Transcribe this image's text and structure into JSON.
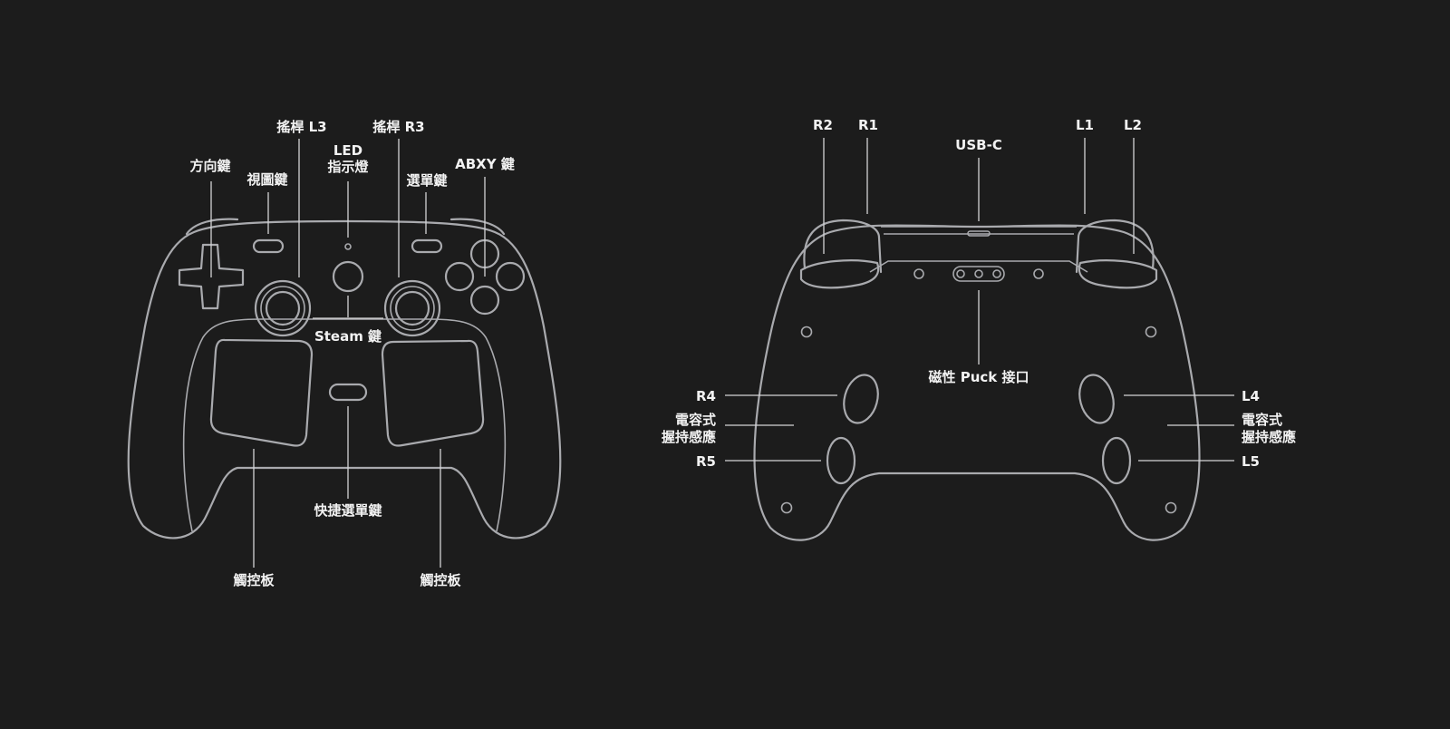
{
  "front_labels": {
    "dpad": "方向鍵",
    "view": "視圖鍵",
    "stick_l3": "搖桿 L3",
    "led_line1": "LED",
    "led_line2": "指示燈",
    "stick_r3": "搖桿 R3",
    "menu": "選單鍵",
    "abxy": "ABXY 鍵",
    "steam": "Steam 鍵",
    "quick_menu": "快捷選單鍵",
    "trackpad_left": "觸控板",
    "trackpad_right": "觸控板"
  },
  "back_labels": {
    "r2": "R2",
    "r1": "R1",
    "usbc": "USB-C",
    "l1": "L1",
    "l2": "L2",
    "puck": "磁性 Puck 接口",
    "r4": "R4",
    "grip_left_line1": "電容式",
    "grip_left_line2": "握持感應",
    "r5": "R5",
    "l4": "L4",
    "grip_right_line1": "電容式",
    "grip_right_line2": "握持感應",
    "l5": "L5"
  }
}
